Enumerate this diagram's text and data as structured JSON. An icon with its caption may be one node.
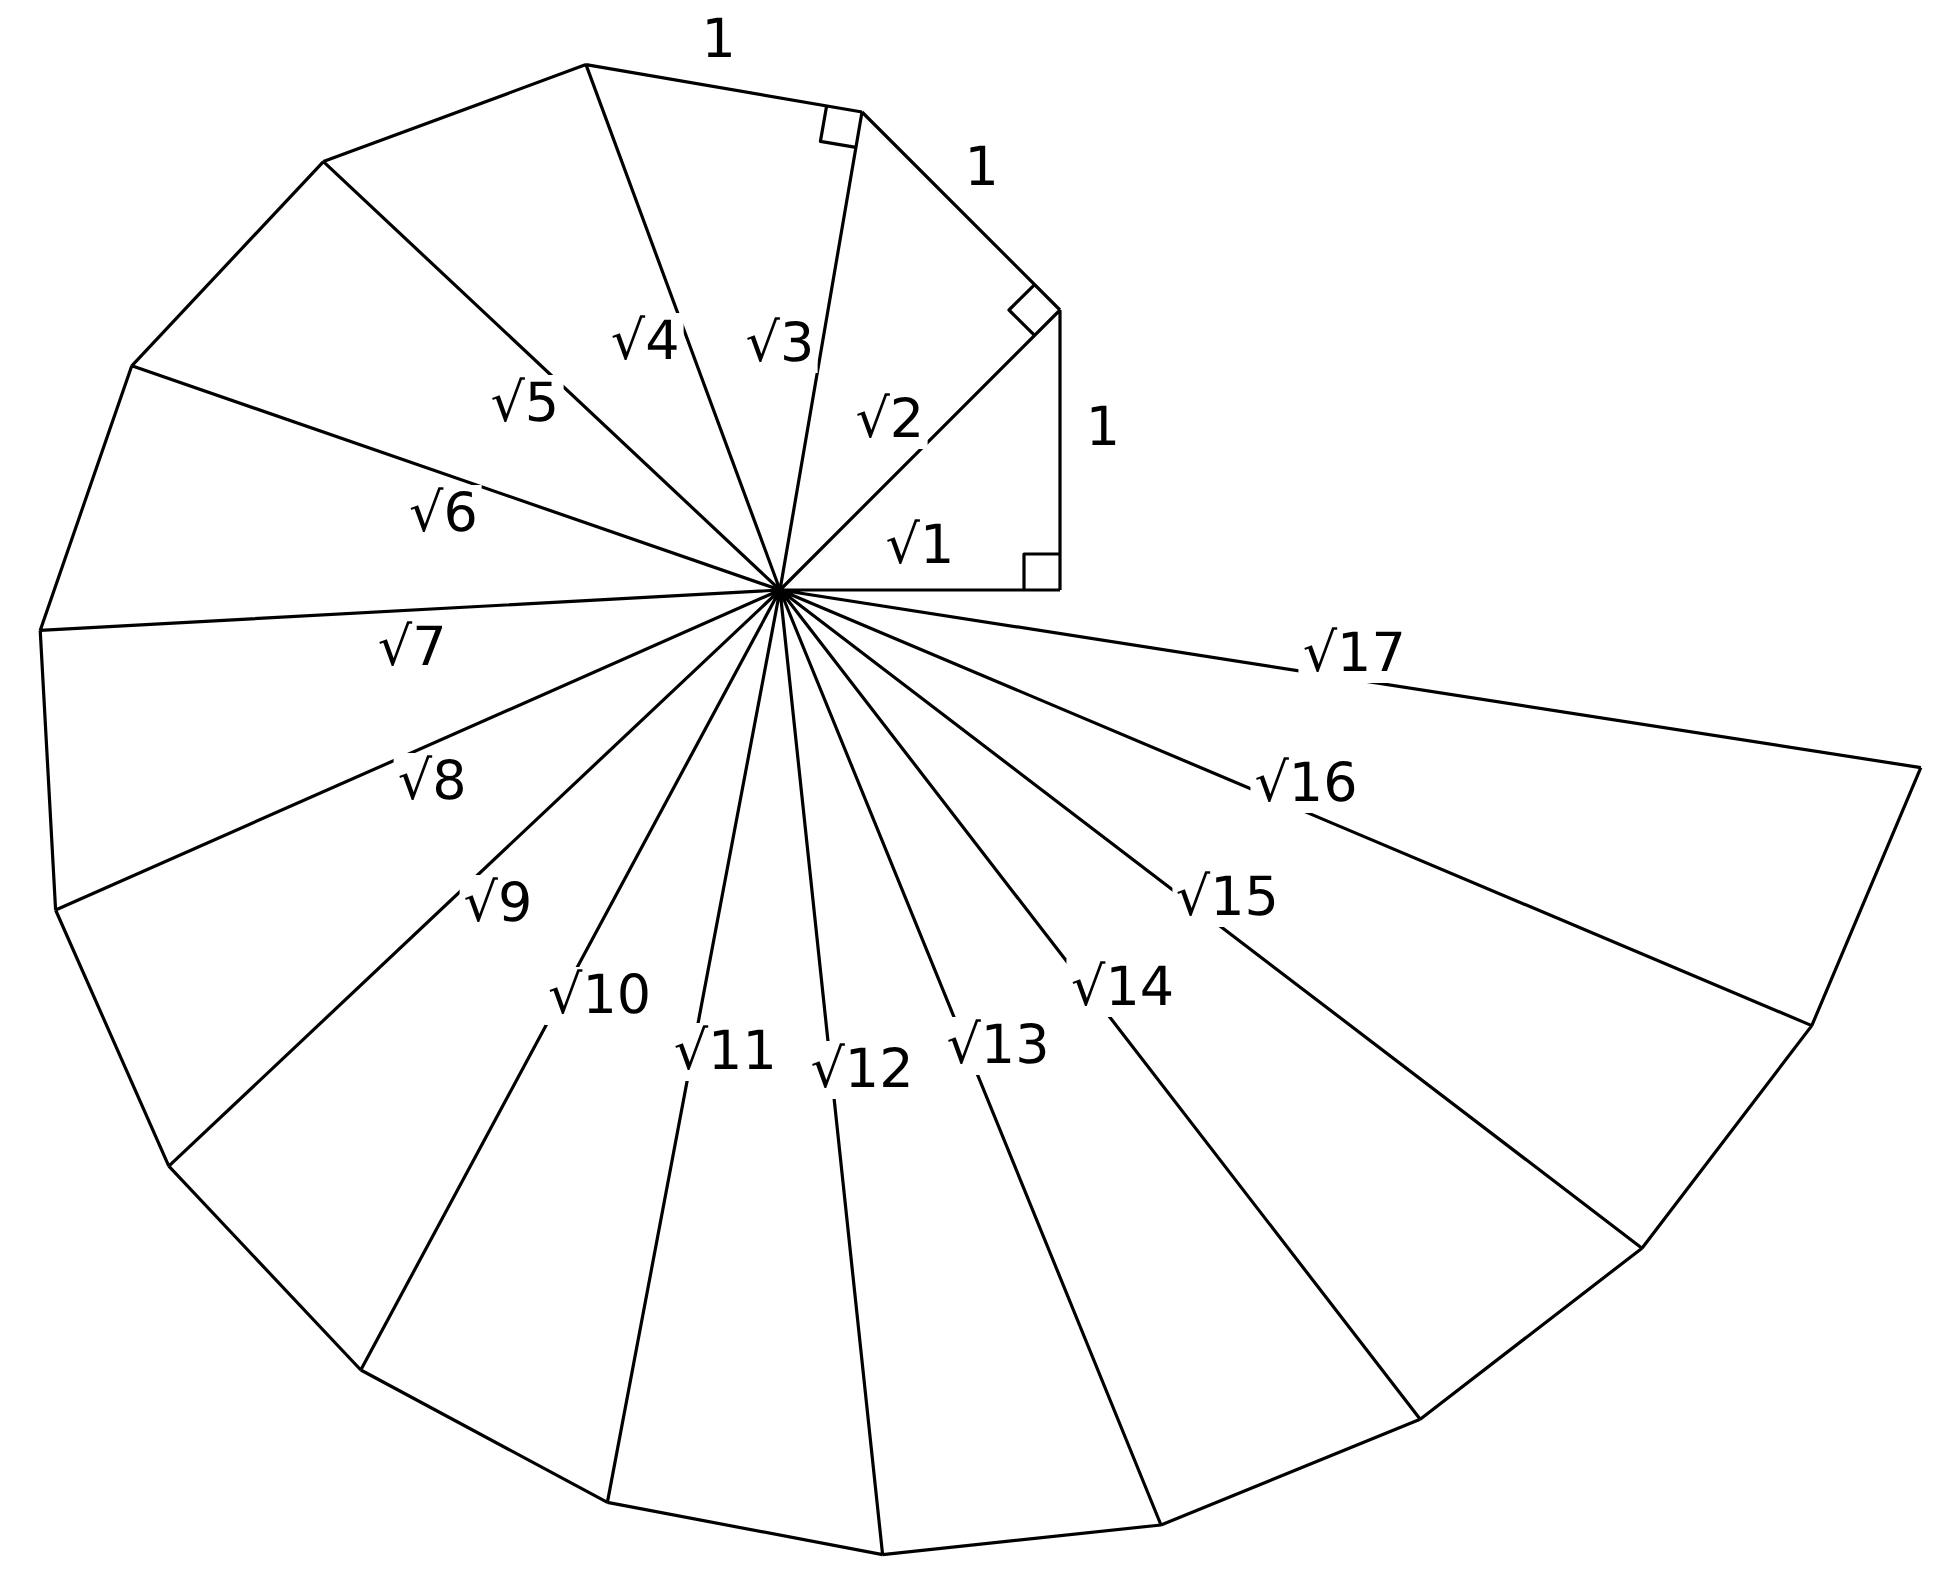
{
  "diagram": {
    "labels": [
      "1",
      "1",
      "1",
      "√1",
      "√2",
      "√3",
      "√4",
      "√5",
      "√6",
      "√7",
      "√8",
      "√9",
      "√10",
      "√11",
      "√12",
      "√13",
      "√14",
      "√15",
      "√16",
      "√17"
    ]
  }
}
